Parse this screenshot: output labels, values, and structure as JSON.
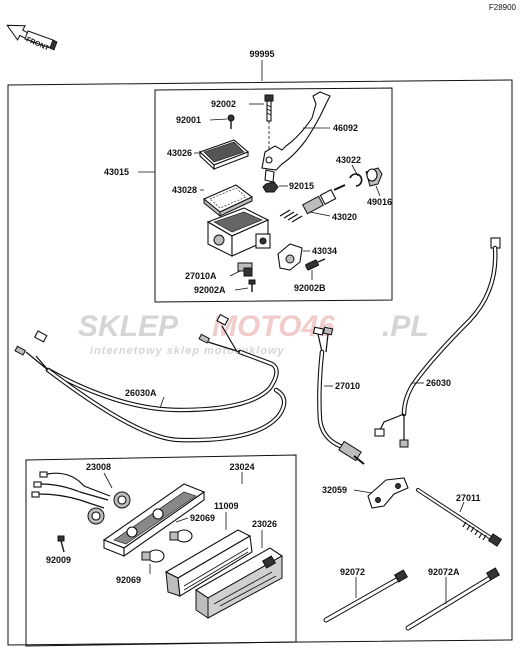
{
  "figure_code": "F28900",
  "front_label": "FRONT",
  "watermark": {
    "brand_gray": "SKLEP",
    "brand_red": "MOTO46",
    "brand_tld": ".PL",
    "subtitle": "internetowy sklep motocyklowy"
  },
  "parts": {
    "p99995": "99995",
    "p43015": "43015",
    "p92002_top": "92002",
    "p92001": "92001",
    "p46092": "46092",
    "p43026": "43026",
    "p43028": "43028",
    "p43022": "43022",
    "p92015": "92015",
    "p49016": "49016",
    "p43020": "43020",
    "p43034": "43034",
    "p27010A": "27010A",
    "p92002A": "92002A",
    "p92002B": "92002B",
    "p26030A": "26030A",
    "p27010": "27010",
    "p26030": "26030",
    "p32059": "32059",
    "p27011": "27011",
    "p23008": "23008",
    "p23024": "23024",
    "p11009": "11009",
    "p92069_a": "92069",
    "p23026": "23026",
    "p92009": "92009",
    "p92069_b": "92069",
    "p92072": "92072",
    "p92072A": "92072A"
  },
  "colors": {
    "ink": "#111111",
    "watermark_gray": "#d3d3d3",
    "watermark_red": "#f2c9c9"
  }
}
